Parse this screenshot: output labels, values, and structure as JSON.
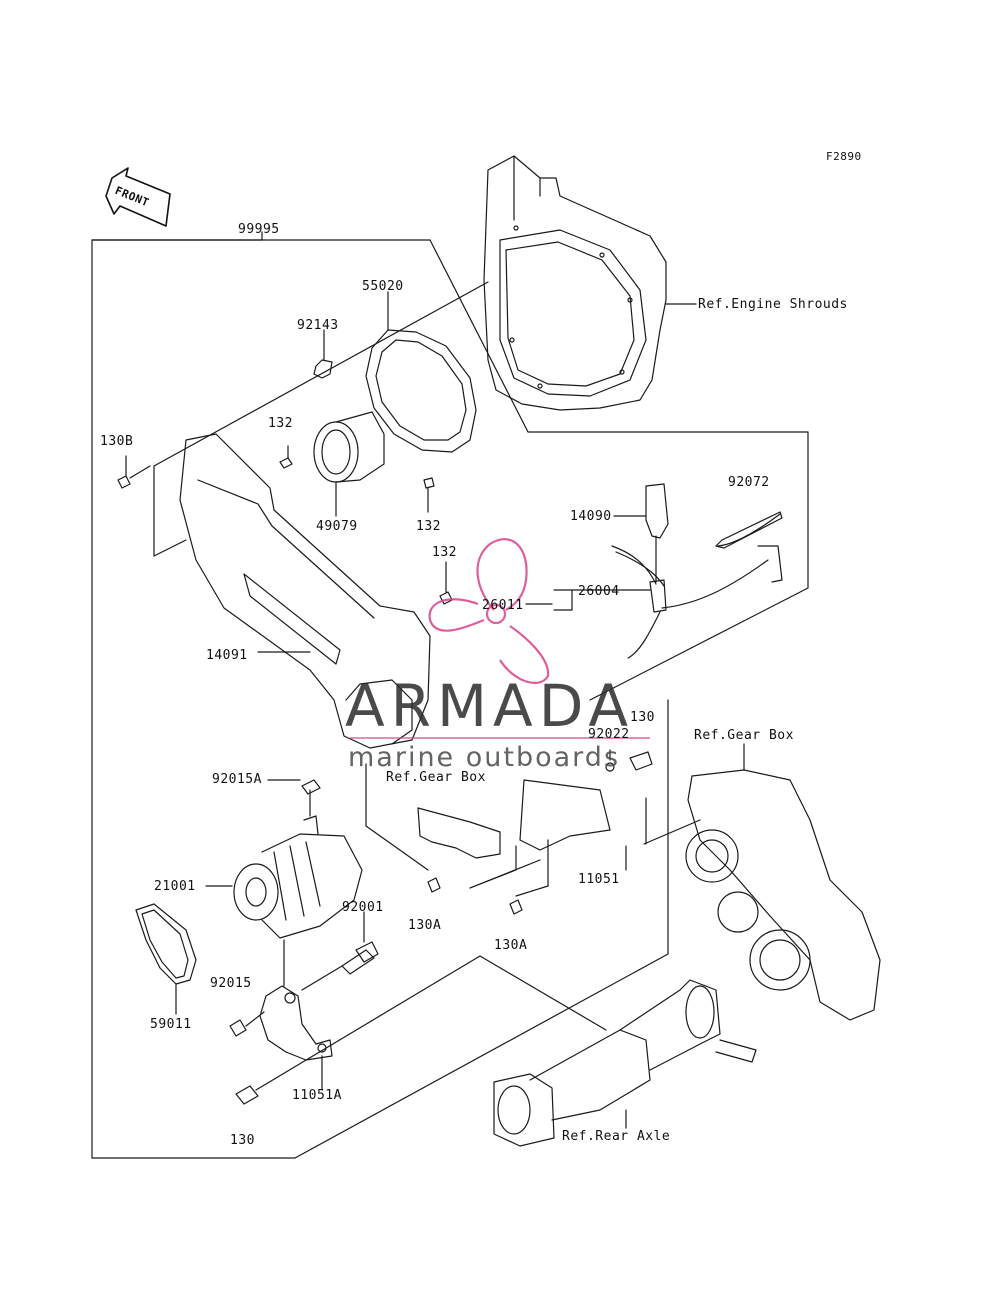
{
  "figure_code": "F2890",
  "front_arrow": {
    "text": "FRONT"
  },
  "watermark": {
    "brand": "ARMADA",
    "tagline": "marine outboards",
    "accent": "#d9428a"
  },
  "parts": [
    {
      "id": "p99995",
      "text": "99995"
    },
    {
      "id": "p55020",
      "text": "55020"
    },
    {
      "id": "p92143",
      "text": "92143"
    },
    {
      "id": "p130B",
      "text": "130B"
    },
    {
      "id": "p132a",
      "text": "132"
    },
    {
      "id": "p49079",
      "text": "49079"
    },
    {
      "id": "p132b",
      "text": "132"
    },
    {
      "id": "p132c",
      "text": "132"
    },
    {
      "id": "p14091",
      "text": "14091"
    },
    {
      "id": "p14090",
      "text": "14090"
    },
    {
      "id": "p92072",
      "text": "92072"
    },
    {
      "id": "p26004",
      "text": "26004"
    },
    {
      "id": "p26011",
      "text": "26011"
    },
    {
      "id": "p130a",
      "text": "130"
    },
    {
      "id": "p92022",
      "text": "92022"
    },
    {
      "id": "p92015A",
      "text": "92015A"
    },
    {
      "id": "p21001",
      "text": "21001"
    },
    {
      "id": "p92001",
      "text": "92001"
    },
    {
      "id": "p11051",
      "text": "11051"
    },
    {
      "id": "p130A1",
      "text": "130A"
    },
    {
      "id": "p130A2",
      "text": "130A"
    },
    {
      "id": "p92015",
      "text": "92015"
    },
    {
      "id": "p59011",
      "text": "59011"
    },
    {
      "id": "p11051A",
      "text": "11051A"
    },
    {
      "id": "p130b",
      "text": "130"
    }
  ],
  "references": [
    {
      "id": "refShrouds",
      "text": "Ref.Engine Shrouds"
    },
    {
      "id": "refGearBox1",
      "text": "Ref.Gear Box"
    },
    {
      "id": "refGearBox2",
      "text": "Ref.Gear Box"
    },
    {
      "id": "refRearAxle",
      "text": "Ref.Rear Axle"
    }
  ]
}
